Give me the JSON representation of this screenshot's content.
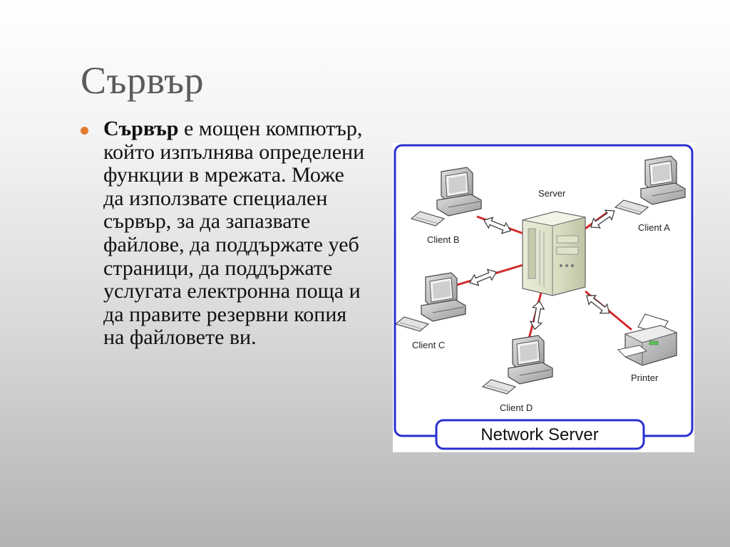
{
  "slide": {
    "title": "Сървър",
    "bullet": {
      "bold_term": "Сървър",
      "text": " е мощен компютър, който изпълнява определени функции в мрежата.  Може да използвате специален сървър, за да запазвате файлове, да поддържате уеб страници, да поддържате услугата електронна поща и да правите резервни копия на файловете ви."
    }
  },
  "diagram": {
    "caption": "Network Server",
    "labels": {
      "server": "Server",
      "client_a": "Client A",
      "client_b": "Client B",
      "client_c": "Client C",
      "client_d": "Client D",
      "printer": "Printer"
    },
    "colors": {
      "frame": "#2a2fd0",
      "link": "#d42a2a",
      "bullet": "#e07a2e"
    }
  }
}
